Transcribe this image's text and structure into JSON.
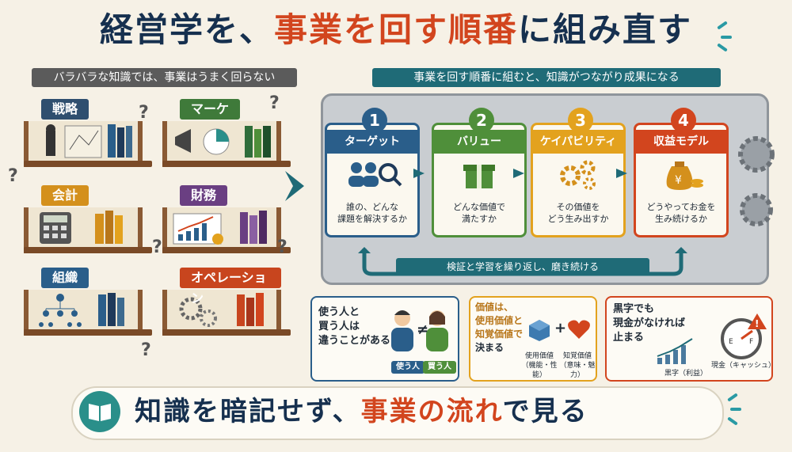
{
  "title": {
    "part1": "経営学を、",
    "part2": "事業を回す順番",
    "part3": "に組み直す"
  },
  "left": {
    "header": "バラバラな知識では、事業はうまく回らない",
    "shelves": [
      {
        "label": "戦略",
        "color": "#2f4f6f"
      },
      {
        "label": "マーケ",
        "color": "#3f7a3a"
      },
      {
        "label": "会計",
        "color": "#d4901c"
      },
      {
        "label": "財務",
        "color": "#6a3f82"
      },
      {
        "label": "組織",
        "color": "#2a5e8a"
      },
      {
        "label": "オペレーション",
        "color": "#c8451e"
      }
    ]
  },
  "right": {
    "header": "事業を回す順番に組むと、知識がつながり成果になる",
    "steps": [
      {
        "num": "1",
        "title": "ターゲット",
        "desc1": "誰の、どんな",
        "desc2": "課題を解決するか",
        "color": "#2a5e8a",
        "icon": "people-search-icon"
      },
      {
        "num": "2",
        "title": "バリュー",
        "desc1": "どんな価値で",
        "desc2": "満たすか",
        "color": "#4f8f3a",
        "icon": "gift-icon"
      },
      {
        "num": "3",
        "title": "ケイパビリティ",
        "desc1": "その価値を",
        "desc2": "どう生み出すか",
        "color": "#e3a21e",
        "icon": "gears-icon"
      },
      {
        "num": "4",
        "title": "収益モデル",
        "desc1": "どうやってお金を",
        "desc2": "生み続けるか",
        "color": "#d2451e",
        "icon": "money-bag-icon"
      }
    ],
    "loop_label": "検証と学習を繰り返し、磨き続ける"
  },
  "boxes": {
    "box1": {
      "line1": "使う人と",
      "line2": "買う人は",
      "line3": "違うことがある",
      "chip1": "使う人",
      "chip2": "買う人",
      "neq": "≠"
    },
    "box2": {
      "line1": "価値は、",
      "line2": "使用価値と",
      "line3": "知覚価値で",
      "line4": "決まる",
      "plus": "+",
      "cap1a": "使用価値",
      "cap1b": "（機能・性能）",
      "cap2a": "知覚価値",
      "cap2b": "（意味・魅力）"
    },
    "box3": {
      "line1": "黒字でも",
      "line2": "現金がなければ",
      "line3": "止まる",
      "cap1": "黒字（利益）",
      "cap2": "現金（キャッシュ）",
      "gauge_e": "E",
      "gauge_f": "F",
      "warn": "!"
    }
  },
  "bottom": {
    "part1": "知識を暗記せず、",
    "part2": "事業の流れ",
    "part3": "で見る"
  }
}
